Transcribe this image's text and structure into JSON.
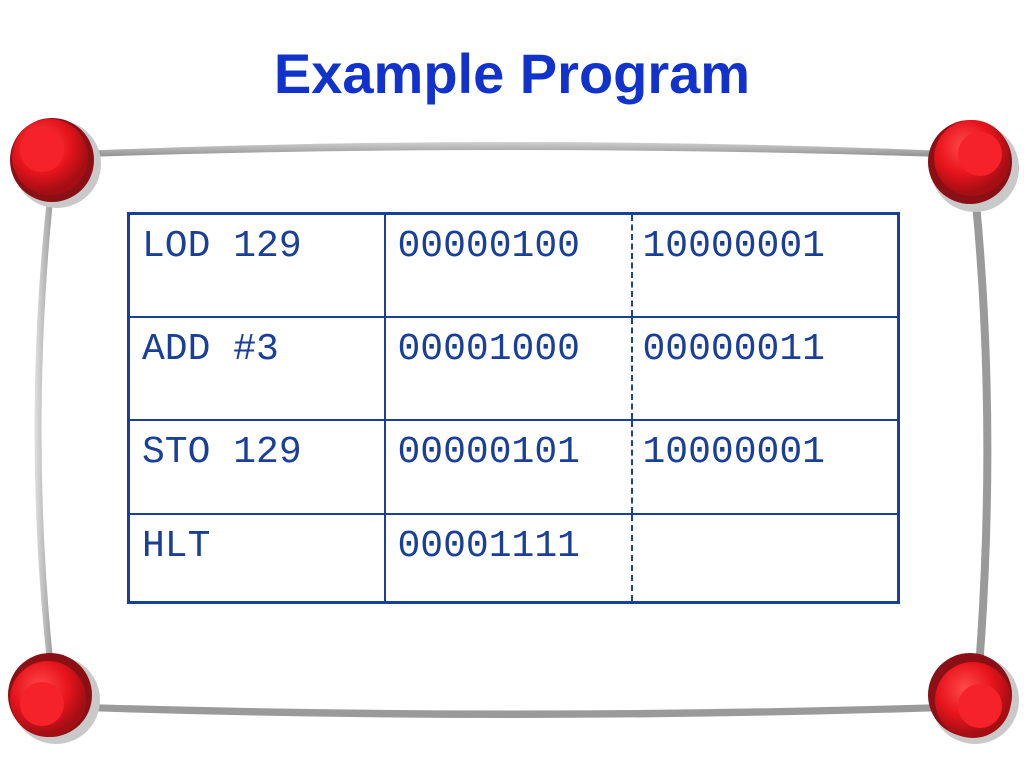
{
  "slide": {
    "title": "Example Program"
  },
  "program": {
    "rows": [
      {
        "instruction": "LOD 129",
        "opcode": "00000100",
        "operand": "10000001"
      },
      {
        "instruction": "ADD #3",
        "opcode": "00001000",
        "operand": "00000011"
      },
      {
        "instruction": "STO 129",
        "opcode": "00000101",
        "operand": "10000001"
      },
      {
        "instruction": "HLT",
        "opcode": "00001111",
        "operand": ""
      }
    ]
  },
  "colors": {
    "title": "#1133cc",
    "table_border": "#1a3f99",
    "pin_red": "#e8141c",
    "pin_dark": "#8a1015"
  }
}
